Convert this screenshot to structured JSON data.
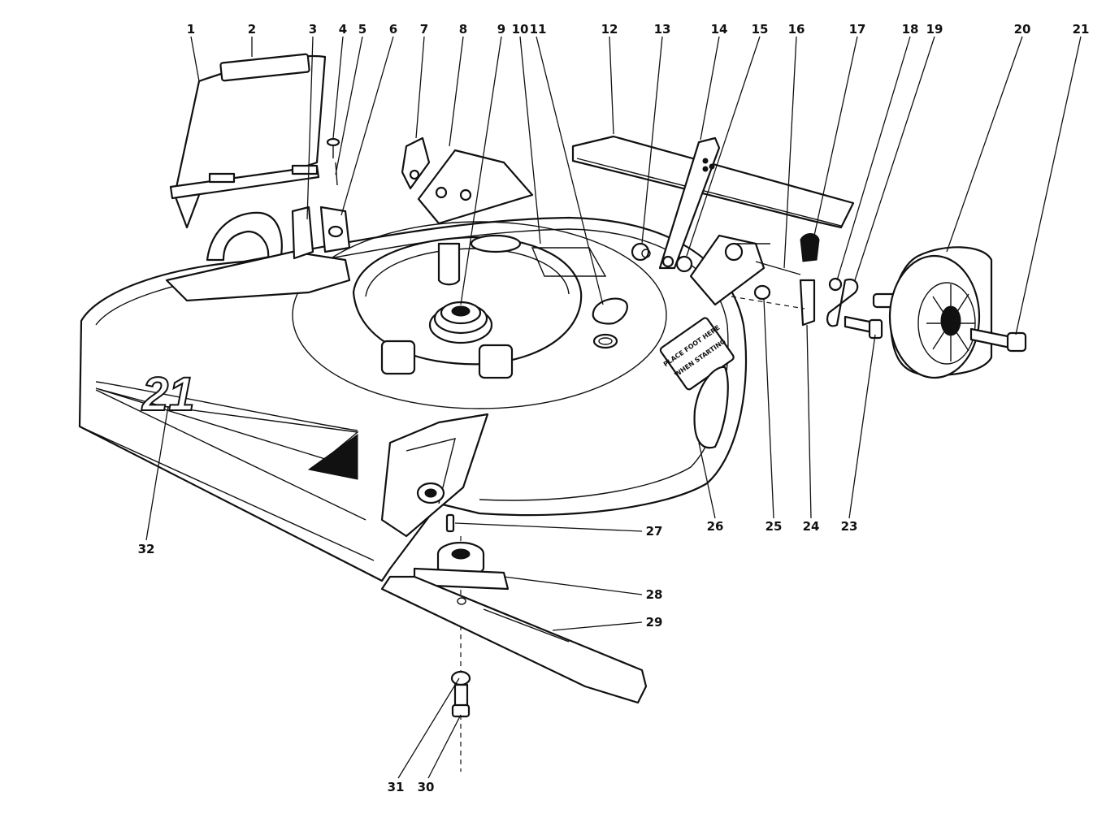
{
  "diagram": {
    "labels": [
      "1",
      "2",
      "3",
      "4",
      "5",
      "6",
      "7",
      "8",
      "9",
      "10",
      "11",
      "12",
      "13",
      "14",
      "15",
      "16",
      "17",
      "18",
      "19",
      "20",
      "21",
      "32",
      "23",
      "24",
      "25",
      "26",
      "27",
      "28",
      "29",
      "31",
      "30"
    ],
    "decal_text": {
      "deck_number": "21",
      "foot_line1": "PLACE FOOT HERE",
      "foot_line2": "WHEN STARTING"
    }
  }
}
